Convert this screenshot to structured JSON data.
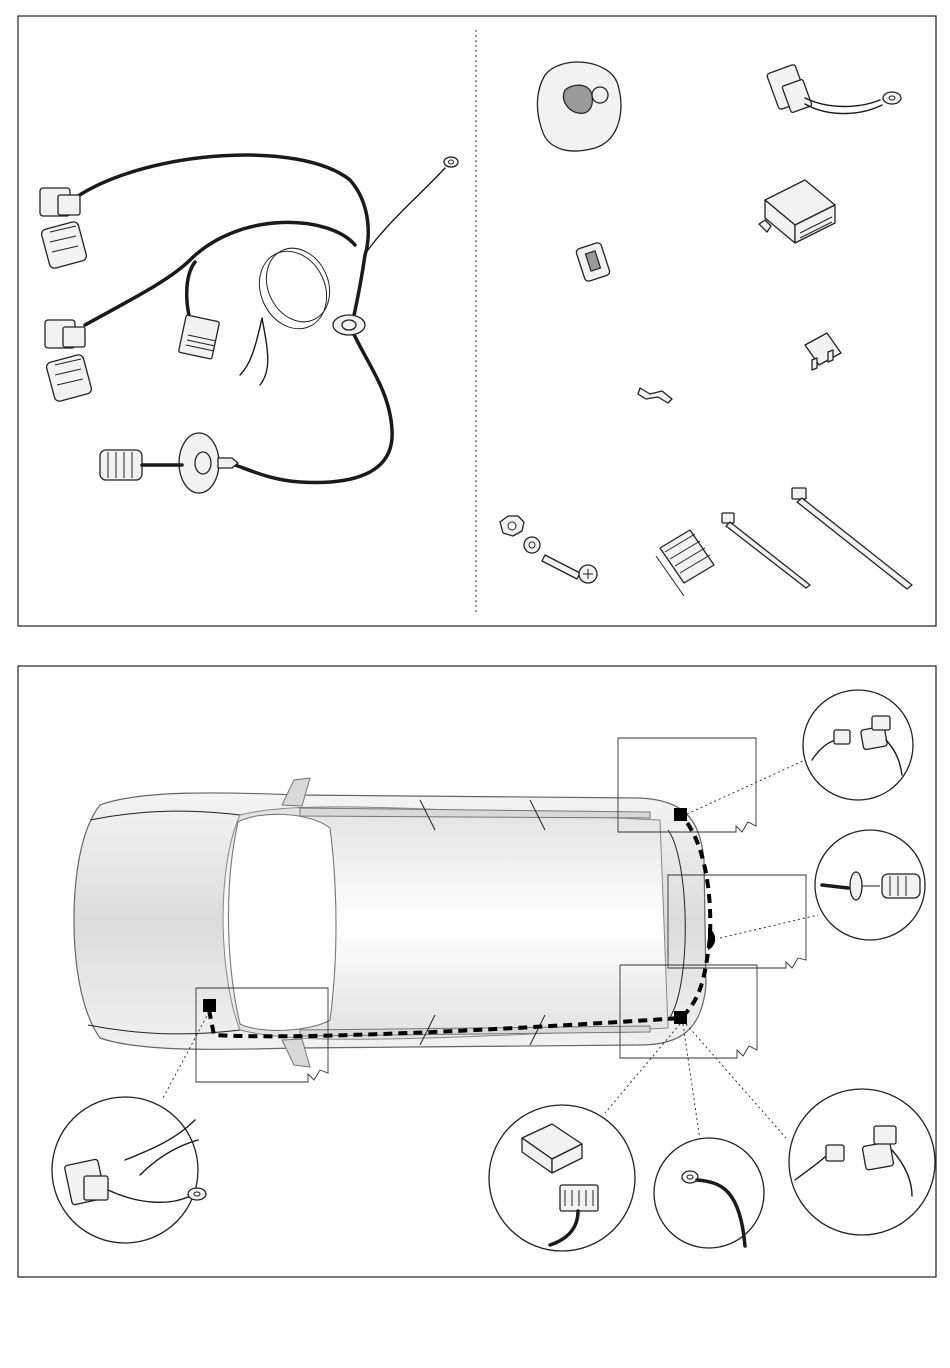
{
  "figure": {
    "top_panel": {
      "kit_contents": [
        "wiring-harness",
        "13-pin-socket",
        "mounting-connector",
        "control-module",
        "connector-clip",
        "fuse",
        "terminal-pin",
        "nut-washer-bolt",
        "adhesive-foam-strip",
        "cable-tie-small",
        "cable-tie-large"
      ]
    },
    "bottom_panel": {
      "vehicle": "estate-car-top-view",
      "route": "dashed-cable-route",
      "connection_points": [
        "tail-light-right",
        "tow-socket",
        "tail-light-left",
        "control-module",
        "ground-point",
        "front-connector"
      ]
    },
    "colors": {
      "line": "#1a1a1a",
      "panel_border": "#222222",
      "car_body": "#e6e6e6",
      "background": "#ffffff"
    }
  }
}
